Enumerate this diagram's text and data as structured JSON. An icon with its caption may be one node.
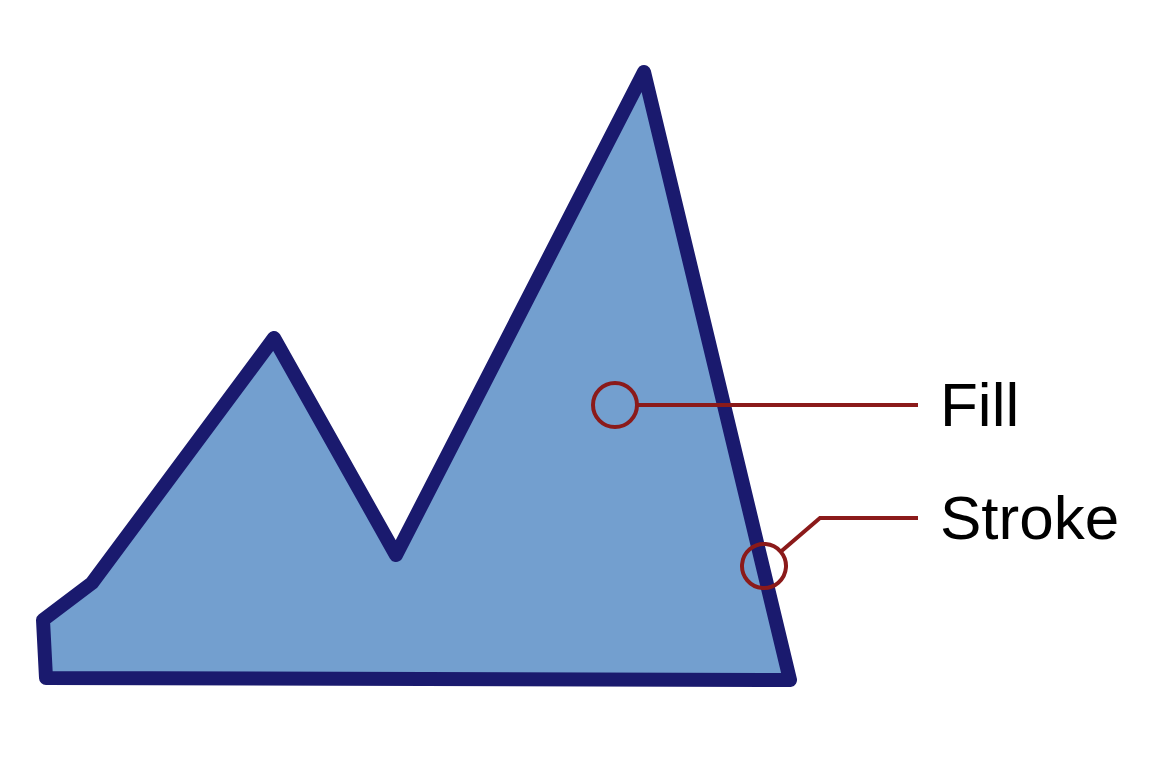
{
  "diagram": {
    "nodes": [
      {
        "text": [
          "Fill"
        ]
      },
      {
        "text": [
          "Stroke"
        ]
      },
      {
        "text": [],
        "shape": "picture"
      },
      {
        "text": [],
        "shape": "picture"
      }
    ],
    "edges": [
      {
        "from": 0,
        "to": 2,
        "arrow": "other"
      },
      {
        "from": 1,
        "to": 3,
        "arrow": "other"
      }
    ]
  }
}
